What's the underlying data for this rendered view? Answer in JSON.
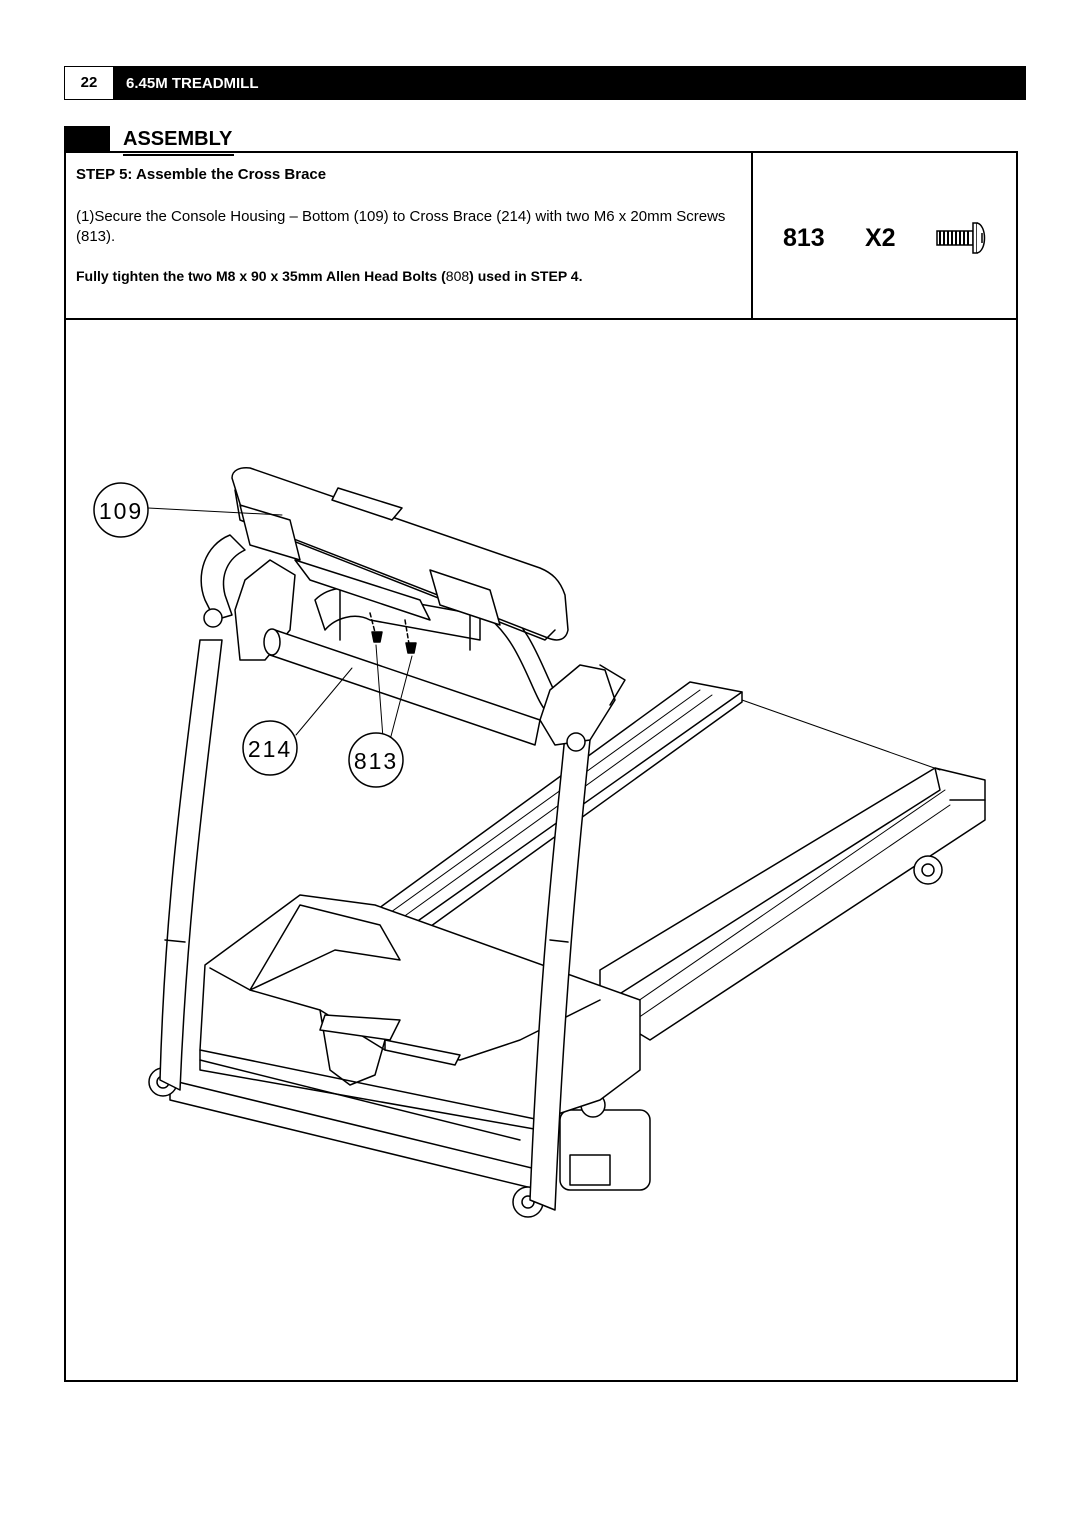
{
  "header": {
    "page_number": "22",
    "product_title": "6.45M TREADMILL"
  },
  "section": {
    "title": "ASSEMBLY"
  },
  "step": {
    "label": "STEP 5",
    "separator": ": ",
    "title": "Assemble the Cross Brace",
    "instruction": "(1)Secure the Console Housing – Bottom (109) to Cross Brace (214) with two M6 x 20mm Screws (813).",
    "note": {
      "before": "Fully tighten the two M8 x 90 x 35mm Allen Head Bolts (",
      "part": "808",
      "after": ") used in STEP 4."
    }
  },
  "parts": {
    "part_number": "813",
    "quantity": "X2",
    "icon": "screw-icon"
  },
  "diagram": {
    "callouts": [
      "109",
      "214",
      "813"
    ]
  }
}
